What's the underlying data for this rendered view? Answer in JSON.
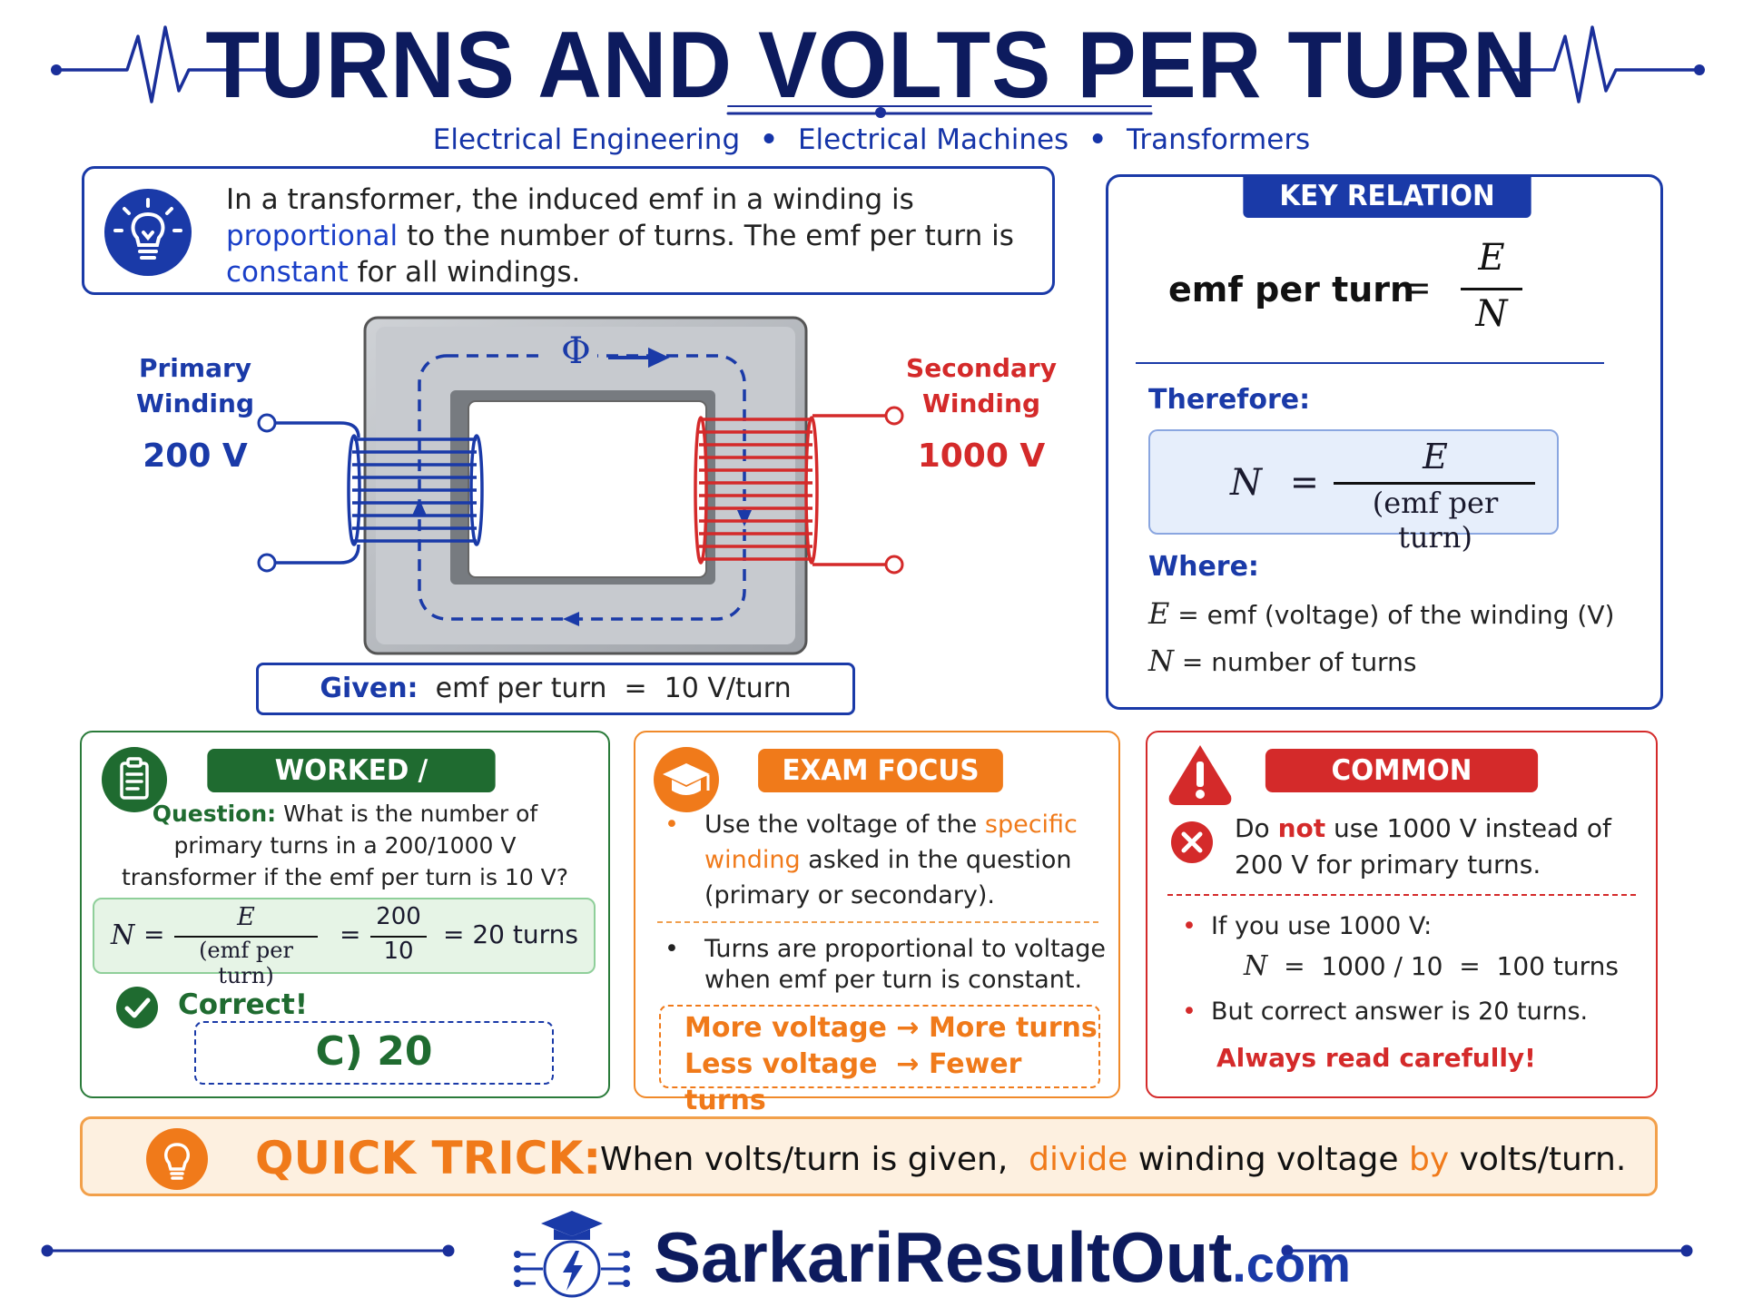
{
  "header": {
    "title": "TURNS AND VOLTS PER TURN",
    "breadcrumb": [
      "Electrical Engineering",
      "Electrical Machines",
      "Transformers"
    ],
    "separator": "•"
  },
  "intro": {
    "part1": "In a transformer, the induced emf in a winding is ",
    "hl1": "proportional",
    "part2": " to the number of turns. The emf per turn is ",
    "hl2": "constant",
    "part3": " for all windings.",
    "icon": "lightbulb-icon"
  },
  "diagram": {
    "primary_label_1": "Primary",
    "primary_label_2": "Winding",
    "primary_voltage": "200 V",
    "secondary_label_1": "Secondary",
    "secondary_label_2": "Winding",
    "secondary_voltage": "1000 V",
    "flux_symbol": "Φ"
  },
  "given": {
    "label": "Given:",
    "text": "emf per turn  =  10 V/turn"
  },
  "key_relation": {
    "tab": "KEY RELATION",
    "lhs": "emf per turn",
    "eq": "=",
    "num": "E",
    "den": "N",
    "therefore": "Therefore:",
    "f2_lhs": "N",
    "f2_num": "E",
    "f2_den": "(emf per turn)",
    "where": "Where:",
    "def1_sym": "E",
    "def1_text": "= emf (voltage) of the winding (V)",
    "def2_sym": "N",
    "def2_text": "= number of turns"
  },
  "worked": {
    "tab": "WORKED / ANSWER",
    "q_label": "Question:",
    "q_line1": " What is the number of",
    "q_line2": "primary turns in a 200/1000 V",
    "q_line3": "transformer if the emf per turn is 10 V?",
    "f_lhs": "N",
    "f_num": "E",
    "f_den": "(emf per turn)",
    "f_num2": "200",
    "f_den2": "10",
    "f_result": "= 20 turns",
    "correct": "Correct!",
    "answer": "C) 20"
  },
  "exam": {
    "tab": "EXAM FOCUS",
    "b1_a": "Use the voltage of the ",
    "b1_hl1": "specific",
    "b1_hl2": "winding",
    "b1_b": " asked in the question",
    "b1_c": "(primary or secondary).",
    "b2_a": "Turns are proportional to voltage",
    "b2_b": "when emf per turn is constant.",
    "r1_a": "More voltage",
    "r1_b": "More turns",
    "r2_a": "Less voltage",
    "r2_b": "Fewer turns",
    "arrow": "→"
  },
  "mistake": {
    "tab": "COMMON MISTAKE",
    "m_a": "Do ",
    "m_hl": "not",
    "m_b": " use 1000 V instead of",
    "m_c": "200 V for primary turns.",
    "b1": "If you use 1000 V:",
    "b1_sym": "N",
    "b1_eq": "=  1000 / 10  =  100 turns",
    "b2": "But correct answer is 20 turns.",
    "warn": "Always read carefully!"
  },
  "quick": {
    "label": "QUICK TRICK:",
    "a": "When volts/turn is given,  ",
    "hl1": "divide",
    "b": " winding voltage ",
    "hl2": "by",
    "c": " volts/turn."
  },
  "brand": {
    "name": "SarkariResultOut",
    "tld": ".com"
  },
  "colors": {
    "navy": "#0d1b5e",
    "blue": "#1a3aa8",
    "red": "#d42a2a",
    "green": "#1f6b30",
    "orange": "#f07a1a"
  }
}
